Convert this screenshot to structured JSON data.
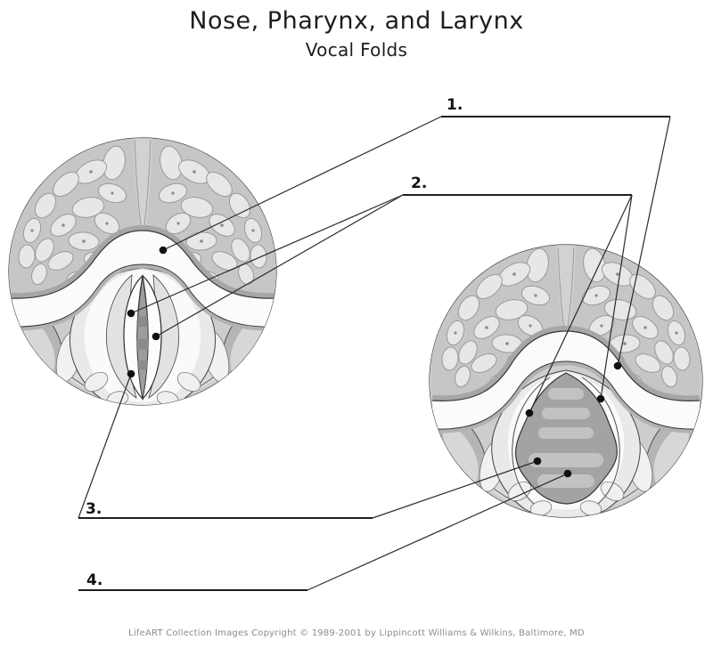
{
  "header": {
    "title": "Nose, Pharynx, and Larynx",
    "subtitle": "Vocal Folds"
  },
  "labels": [
    {
      "number": "1."
    },
    {
      "number": "2."
    },
    {
      "number": "3."
    },
    {
      "number": "4."
    }
  ],
  "footer": {
    "credit": "LifeART Collection Images Copyright © 1989-2001 by Lippincott Williams & Wilkins, Baltimore, MD"
  },
  "colors": {
    "leader_line": "#2b2b2b",
    "label_dot": "#111111",
    "title_text": "#1d1d1d",
    "footer_text": "#8c8c8c",
    "figure_dark_gray": "#a3a3a3",
    "figure_mid_gray": "#c6c6c6",
    "figure_light_gray": "#e7e7e7"
  }
}
